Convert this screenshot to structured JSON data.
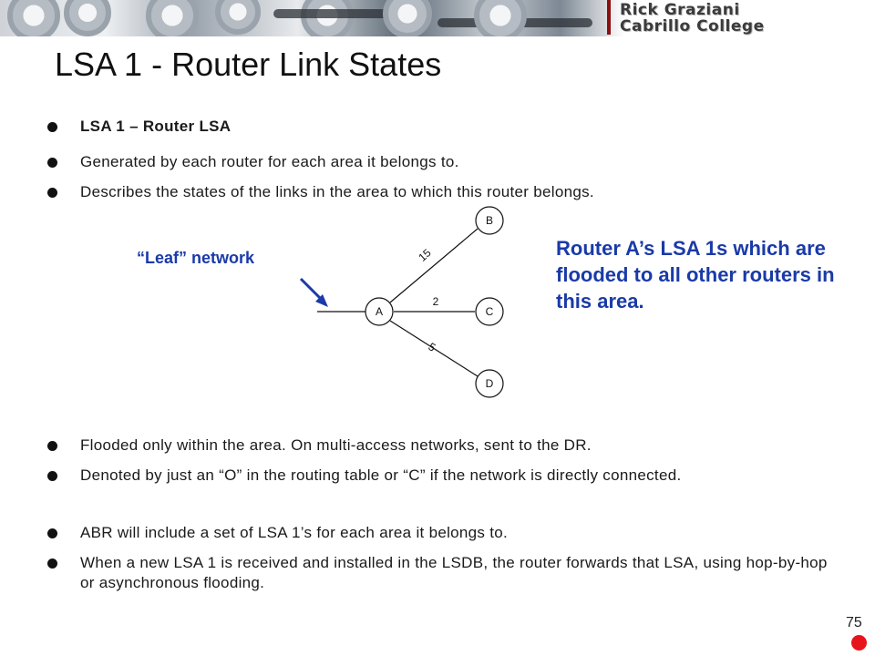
{
  "header": {
    "author": "Rick Graziani",
    "institution": "Cabrillo College"
  },
  "slide": {
    "title": "LSA 1 - Router Link States",
    "page_number": "75"
  },
  "bullets_top": [
    "LSA 1 – Router LSA",
    "Generated by each router for each area it belongs to.",
    "Describes the states of the links in the area to which this router belongs."
  ],
  "diagram": {
    "leaf_label": "“Leaf” network",
    "callout": "Router A’s LSA 1s which are flooded to all other routers in this area.",
    "routers": {
      "a": "A",
      "b": "B",
      "c": "C",
      "d": "D"
    },
    "costs": {
      "ab": "15",
      "ac": "2",
      "ad": "5"
    },
    "colors": {
      "callout": "#1a3aa8",
      "lines": "#111111"
    }
  },
  "bullets_bottom": [
    "Flooded only within the area.  On multi-access networks, sent to the DR.",
    "Denoted by just an “O” in the routing table or “C” if the network is directly connected.",
    "ABR will include a set of LSA 1’s for each area it belongs to.",
    "When a new LSA 1 is received and installed in the LSDB, the router forwards that LSA, using hop-by-hop or asynchronous flooding."
  ]
}
